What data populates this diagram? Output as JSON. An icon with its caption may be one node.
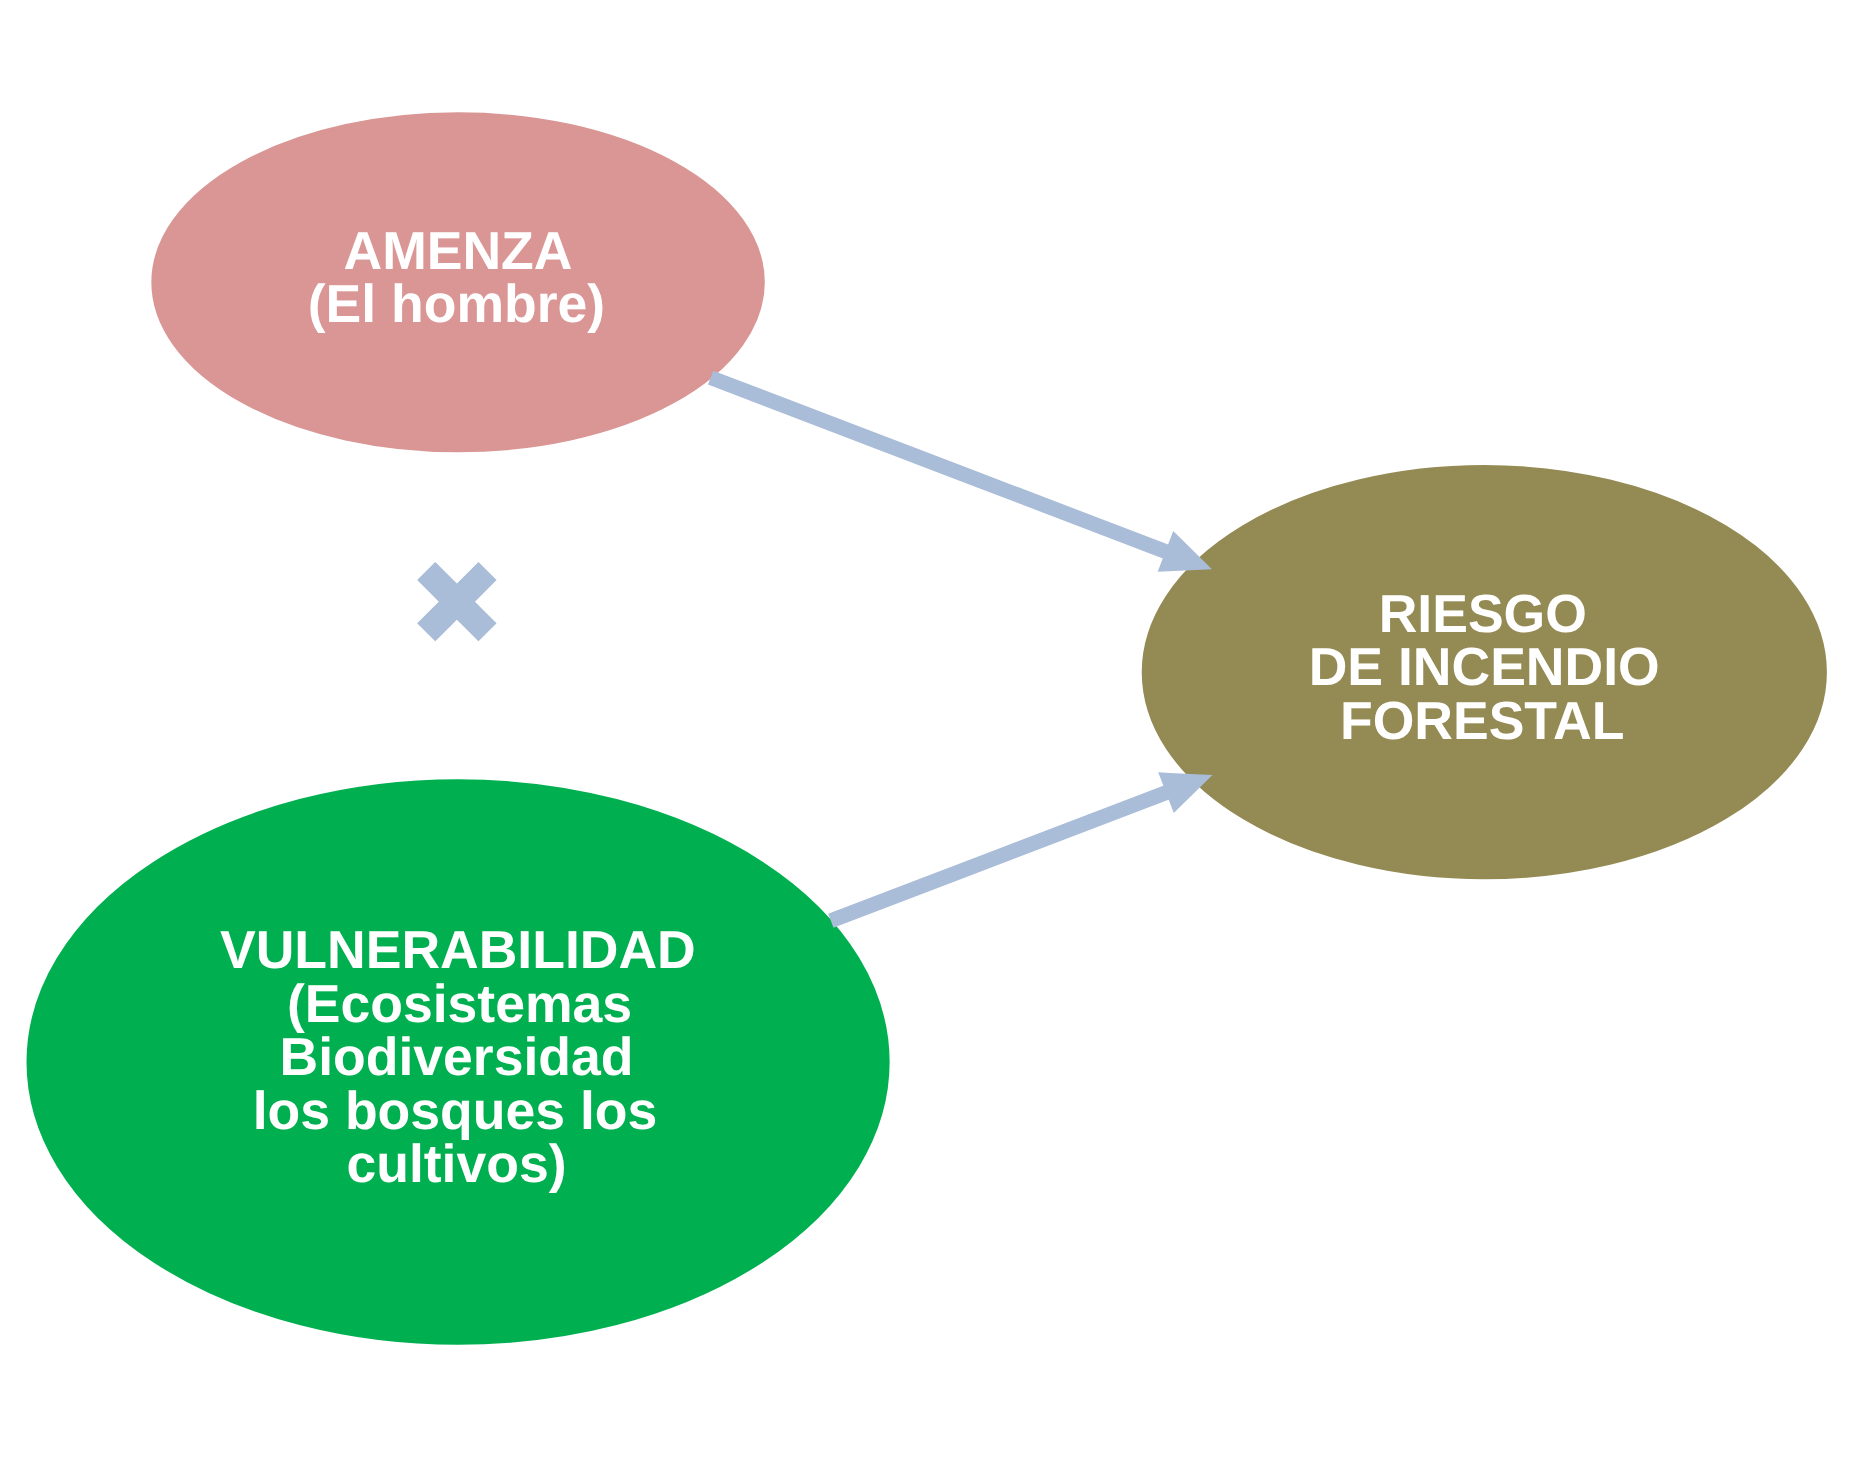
{
  "diagram": {
    "nodes": [
      {
        "text": [
          "AMENZA",
          "(El hombre)"
        ]
      },
      {
        "text": [
          "VULNERABILIDAD",
          "(Ecosistemas Biodiversidad los bosques los cultivos)"
        ]
      },
      {
        "text": [
          "RIESGO",
          "DE INCENDIO FORESTAL"
        ]
      }
    ],
    "edges": [
      {
        "from": 0,
        "to": 2,
        "arrow": "to"
      },
      {
        "from": 1,
        "to": 2,
        "arrow": "to"
      }
    ],
    "labels": [
      "✖"
    ]
  }
}
